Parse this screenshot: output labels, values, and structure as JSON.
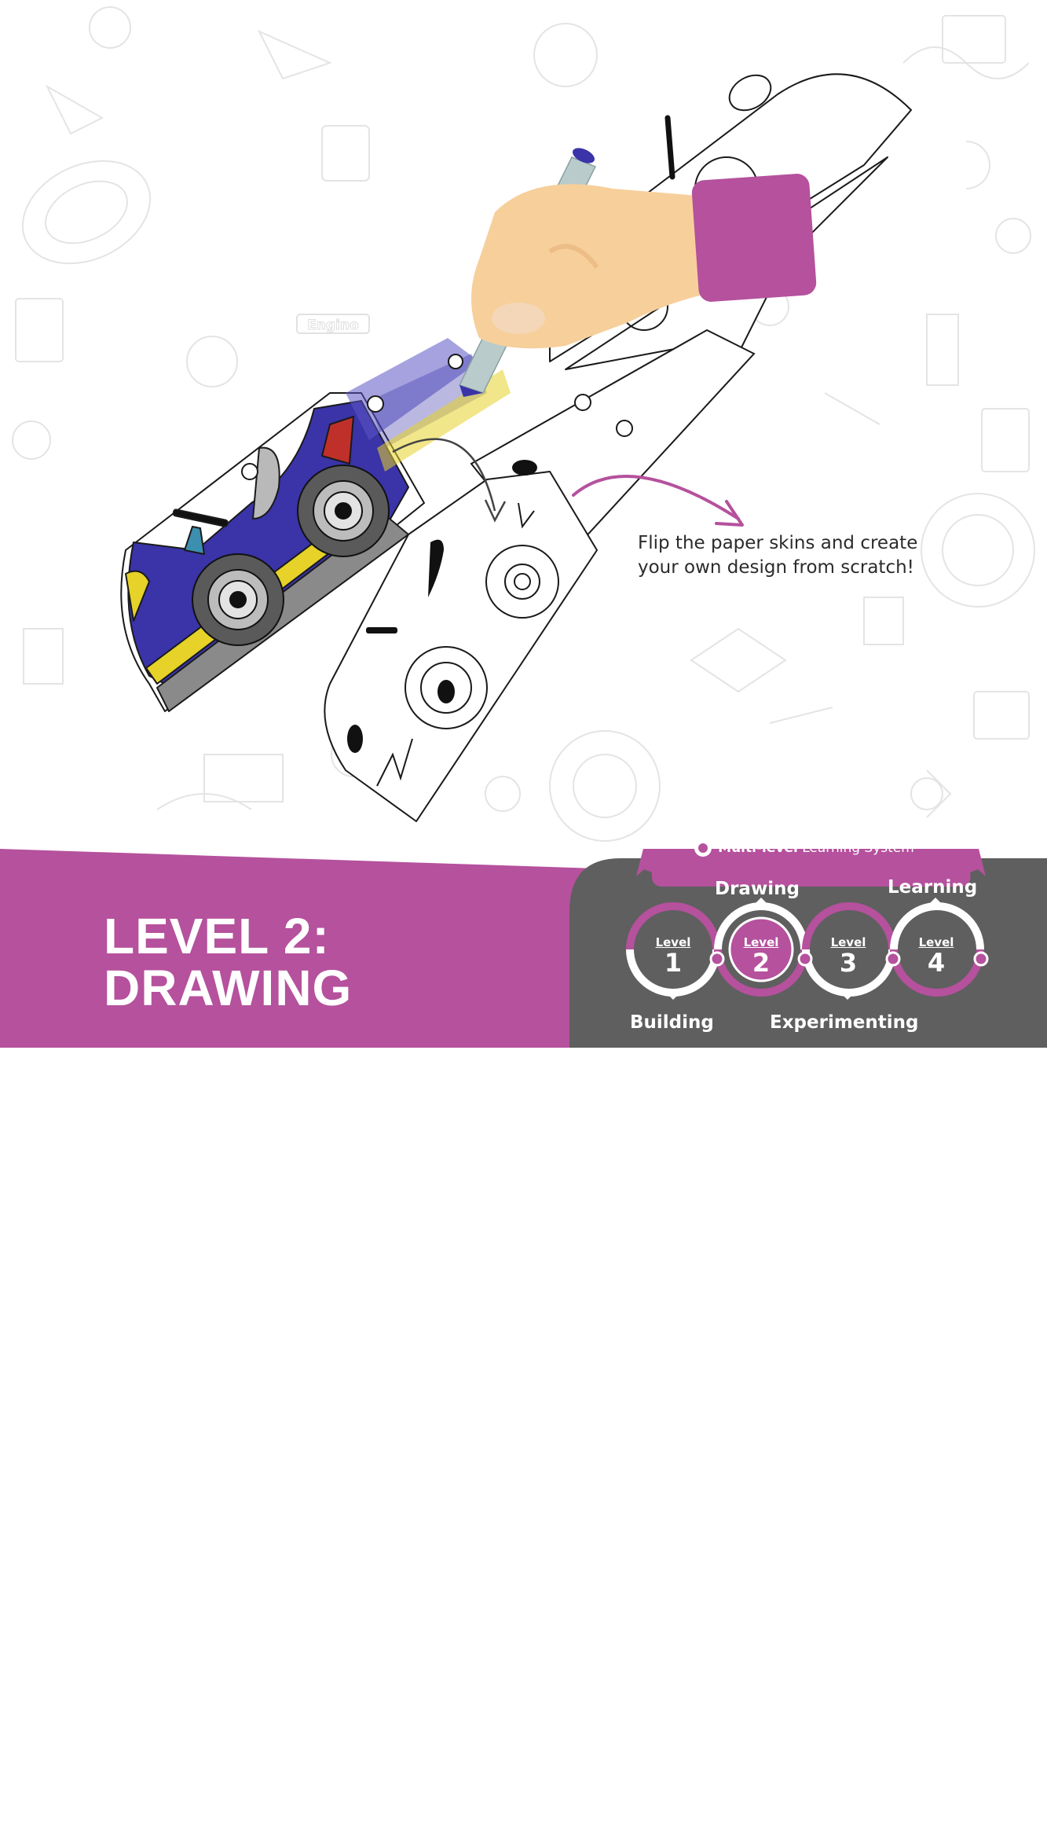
{
  "caption": {
    "line1": "Flip the paper skins and create",
    "line2": "your own design from scratch!"
  },
  "background_watermark": "Engino",
  "banner": {
    "title_line1": "LEVEL 2:",
    "title_line2": "DRAWING",
    "system_title_strong": "Multi-level",
    "system_title_rest": "Learning System™",
    "level_word": "Level",
    "stages": [
      {
        "name": "Building",
        "number": "1"
      },
      {
        "name": "Drawing",
        "number": "2"
      },
      {
        "name": "Experimenting",
        "number": "3"
      },
      {
        "name": "Learning",
        "number": "4"
      }
    ],
    "active_stage": 2
  },
  "colors": {
    "brand_purple": "#b5519d",
    "dark_gray": "#5f5f5f",
    "car_blue": "#3a34a8",
    "car_yellow": "#e6d228",
    "car_red": "#c0302a",
    "skin_tone": "#f7cf9b",
    "pencil": "#b9cccb"
  },
  "icons": [
    "dotted-chevron-icon",
    "multilevel-logo-icon",
    "pencil-icon",
    "hand-icon",
    "curved-arrow-icon"
  ]
}
